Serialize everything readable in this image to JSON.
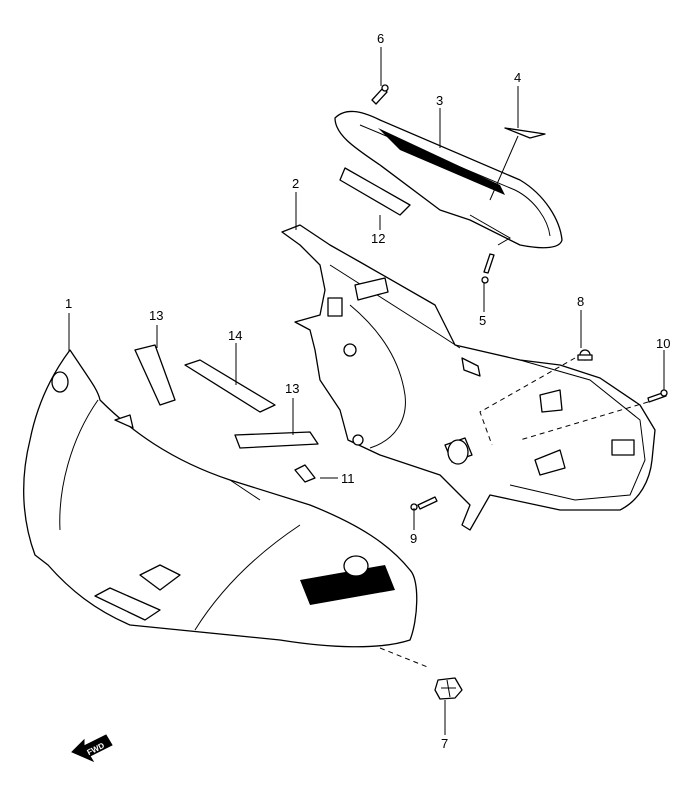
{
  "callouts": {
    "c1": "1",
    "c2": "2",
    "c3": "3",
    "c4": "4",
    "c5": "5",
    "c6": "6",
    "c7": "7",
    "c8": "8",
    "c9": "9",
    "c10": "10",
    "c11": "11",
    "c12": "12",
    "c13a": "13",
    "c13b": "13",
    "c14": "14"
  },
  "fwd_label": "FWD"
}
